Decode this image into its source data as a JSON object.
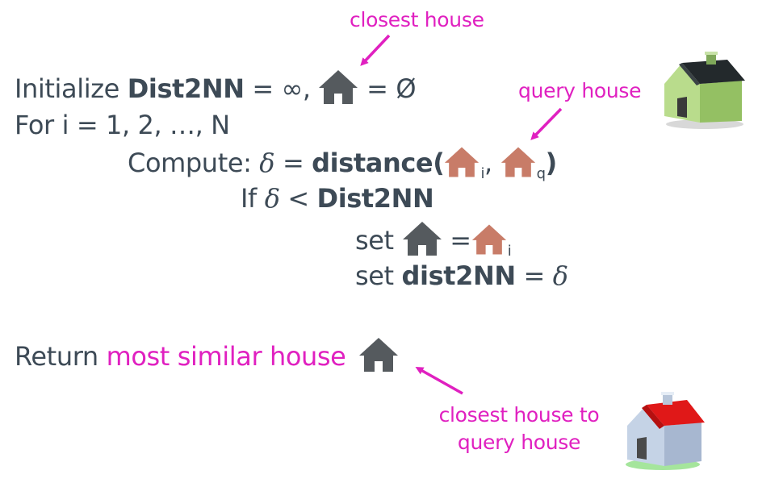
{
  "colors": {
    "text": "#3d4a56",
    "accent": "#e020c0",
    "dark_house": "#555a5e",
    "query_house": "#c87c68",
    "green_house_wall": "#a7d07a",
    "red_house_roof": "#e01818"
  },
  "icons": {
    "dark_house": "house-icon-dark",
    "brown_house": "house-icon-brown",
    "green_house": "green-house-icon",
    "red_house": "red-house-icon"
  },
  "annotations": {
    "closest_house": "closest house",
    "query_house": "query house",
    "closest_house_to_query_line1": "closest house to",
    "closest_house_to_query_line2": "query house"
  },
  "algorithm": {
    "initialize_word": "Initialize",
    "dist2nn": "Dist2NN",
    "eq_infinity_comma": " = ∞,",
    "eq_empty": " = Ø",
    "for_loop": "For i = 1, 2, …, N",
    "compute_label": "Compute:",
    "delta": "δ",
    "equals": " = ",
    "distance_func": "distance(",
    "sub_i": "i",
    "sub_q": "q",
    "comma": ",",
    "close_paren": ")",
    "if_word": "If",
    "less_than": " < ",
    "set_word": "set",
    "equals_short": " =",
    "dist2nn_lower": "dist2NN",
    "return_word": "Return",
    "most_similar_house": "most similar house"
  }
}
